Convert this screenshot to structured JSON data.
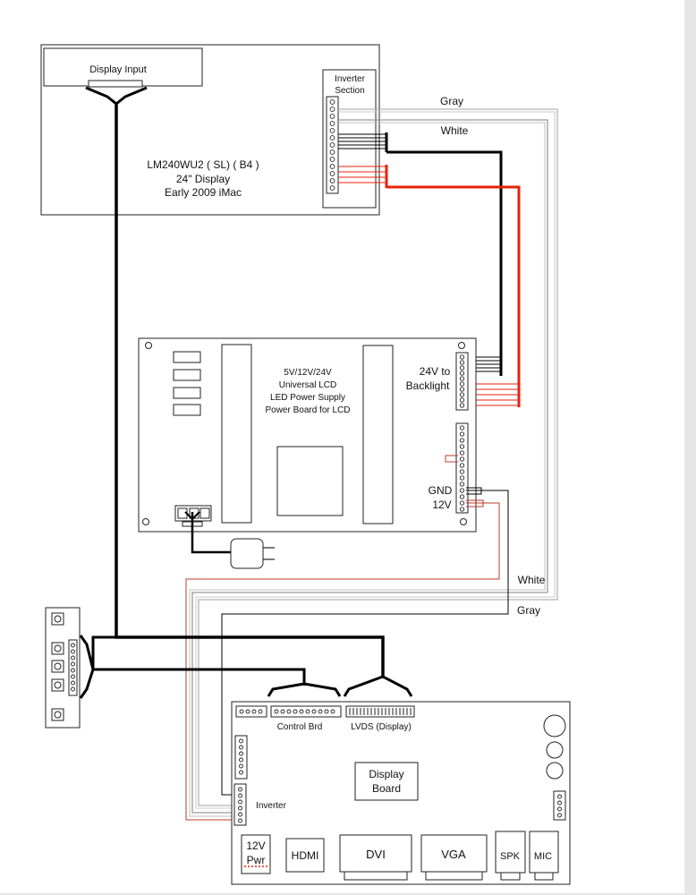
{
  "colors": {
    "gray_wire": "#b0b0b0",
    "white_wire": "#9a9a9a",
    "black_wire": "#000000",
    "red_wire": "#e8220a",
    "thin_red_wire": "#c0392b"
  },
  "display_panel": {
    "input_label": "Display Input",
    "inverter_label_1": "Inverter",
    "inverter_label_2": "Section",
    "model_line_1": "LM240WU2 ( SL) ( B4 )",
    "model_line_2": "24\" Display",
    "model_line_3": "Early 2009 iMac"
  },
  "wire_labels": {
    "gray_top": "Gray",
    "white_top": "White",
    "white_bottom": "White",
    "gray_bottom": "Gray"
  },
  "power_board": {
    "desc_line_1": "5V/12V/24V",
    "desc_line_2": "Universal LCD",
    "desc_line_3": "LED Power Supply",
    "desc_line_4": "Power Board for LCD",
    "backlight_line_1": "24V to",
    "backlight_line_2": "Backlight",
    "gnd_label": "GND",
    "v12_label": "12V"
  },
  "display_board": {
    "control_label": "Control Brd",
    "lvds_label": "LVDS (Display)",
    "title_line_1": "Display",
    "title_line_2": "Board",
    "inverter_label": "Inverter",
    "pwr_line_1": "12V",
    "pwr_line_2": "Pwr",
    "hdmi_label": "HDMI",
    "dvi_label": "DVI",
    "vga_label": "VGA",
    "spk_label": "SPK",
    "mic_label": "MIC"
  }
}
